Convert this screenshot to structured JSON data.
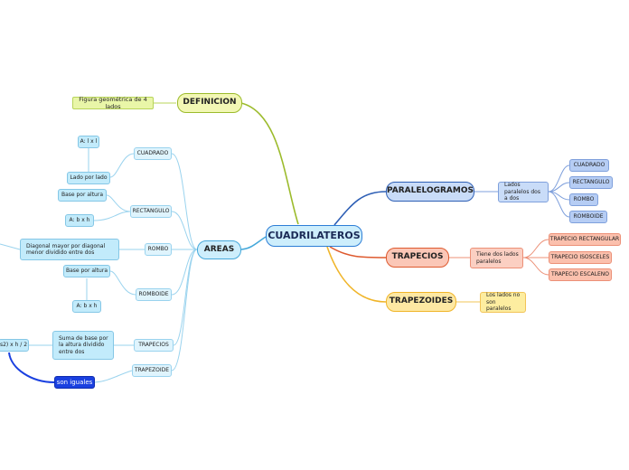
{
  "center": {
    "label": "CUADRILATEROS"
  },
  "definicion": {
    "label": "DEFINICION",
    "text": "Figura geométrica de 4 lados"
  },
  "areas": {
    "label": "AREAS",
    "cuadrado": {
      "label": "CUADRADO",
      "formula": "A: l x l",
      "note": "Lado por lado"
    },
    "rectangulo": {
      "label": "RECTANGULO",
      "note": "Base por altura",
      "formula": "A: b x h"
    },
    "rombo": {
      "label": "ROMBO",
      "note": "Diagonal mayor por diagonal menor dividido entre dos"
    },
    "romboide": {
      "label": "ROMBOIDE",
      "note": "Base por altura",
      "formula": "A: b x h"
    },
    "trapecios": {
      "label": "TRAPECIOS",
      "note": "Suma de base por la altura dividido entre dos",
      "formula": "s2) x h / 2"
    },
    "trapezoide": {
      "label": "TRAPEZOIDE",
      "tag": "son iguales"
    }
  },
  "paralelogramos": {
    "label": "PARALELOGRAMOS",
    "desc": "Lados paralelos dos a dos",
    "items": [
      "CUADRADO",
      "RECTANGULO",
      "ROMBO",
      "ROMBOIDE"
    ]
  },
  "trapecios": {
    "label": "TRAPECIOS",
    "desc": "Tiene dos lados paralelos",
    "items": [
      "TRAPECIO RECTANGULAR",
      "TRAPECIO ISOSCELES",
      "TRAPECIO ESCALENO"
    ]
  },
  "trapezoides": {
    "label": "TRAPEZOIDES",
    "desc": "Los lados no son paralelos"
  },
  "colors": {
    "definicion": "#9cbb2c",
    "areas": "#45a8da",
    "paralelogramos": "#2e5fb5",
    "trapecios": "#de5a2f",
    "trapezoides": "#f0b52a",
    "tag": "#1a40e0"
  }
}
